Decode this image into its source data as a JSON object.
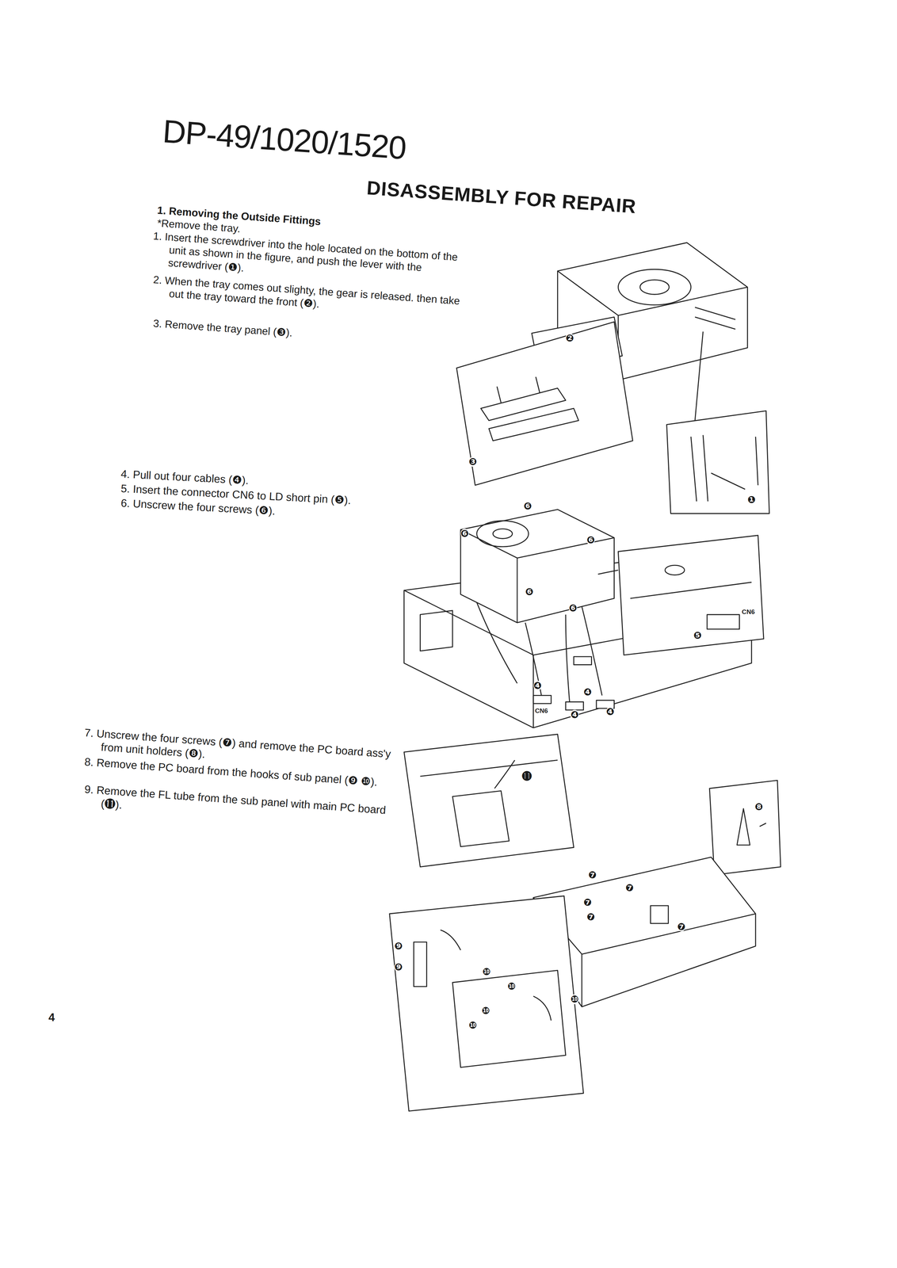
{
  "diagram": {
    "title": "DISASSEMBLY FOR REPAIR",
    "labels": [
      "DP-49/1020/1520",
      "1. Removing the Outside Fittings",
      "*Remove the tray.",
      "1. Insert the screwdriver into the hole located on the bottom of the unit as shown in the figure, and push the lever with the screwdriver (❶).",
      "2. When the tray comes out slighty, the gear is released. then take out the tray toward the front (❷).",
      "3. Remove the tray panel (❸).",
      "4. Pull out four cables (❹).",
      "5. Insert the connector CN6 to LD short pin (❺).",
      "6. Unscrew the four screws (❻).",
      "7. Unscrew the four screws (❼) and remove the PC board ass'y from unit holders (❽).",
      "8. Remove the PC board from the hooks of sub panel (❾ ❿).",
      "9. Remove the FL tube from the sub panel with main PC board (⓫).",
      "4",
      "❷",
      "❸",
      "❶",
      "❻",
      "❻",
      "❻",
      "❻",
      "❻",
      "CN6",
      "❺",
      "❹",
      "❹",
      "❹",
      "❹",
      "CN6",
      "⓫",
      "❽",
      "❼",
      "❼",
      "❼",
      "❼",
      "❼",
      "❾",
      "❾",
      "❿",
      "❿",
      "❿",
      "❿",
      "❿"
    ]
  }
}
